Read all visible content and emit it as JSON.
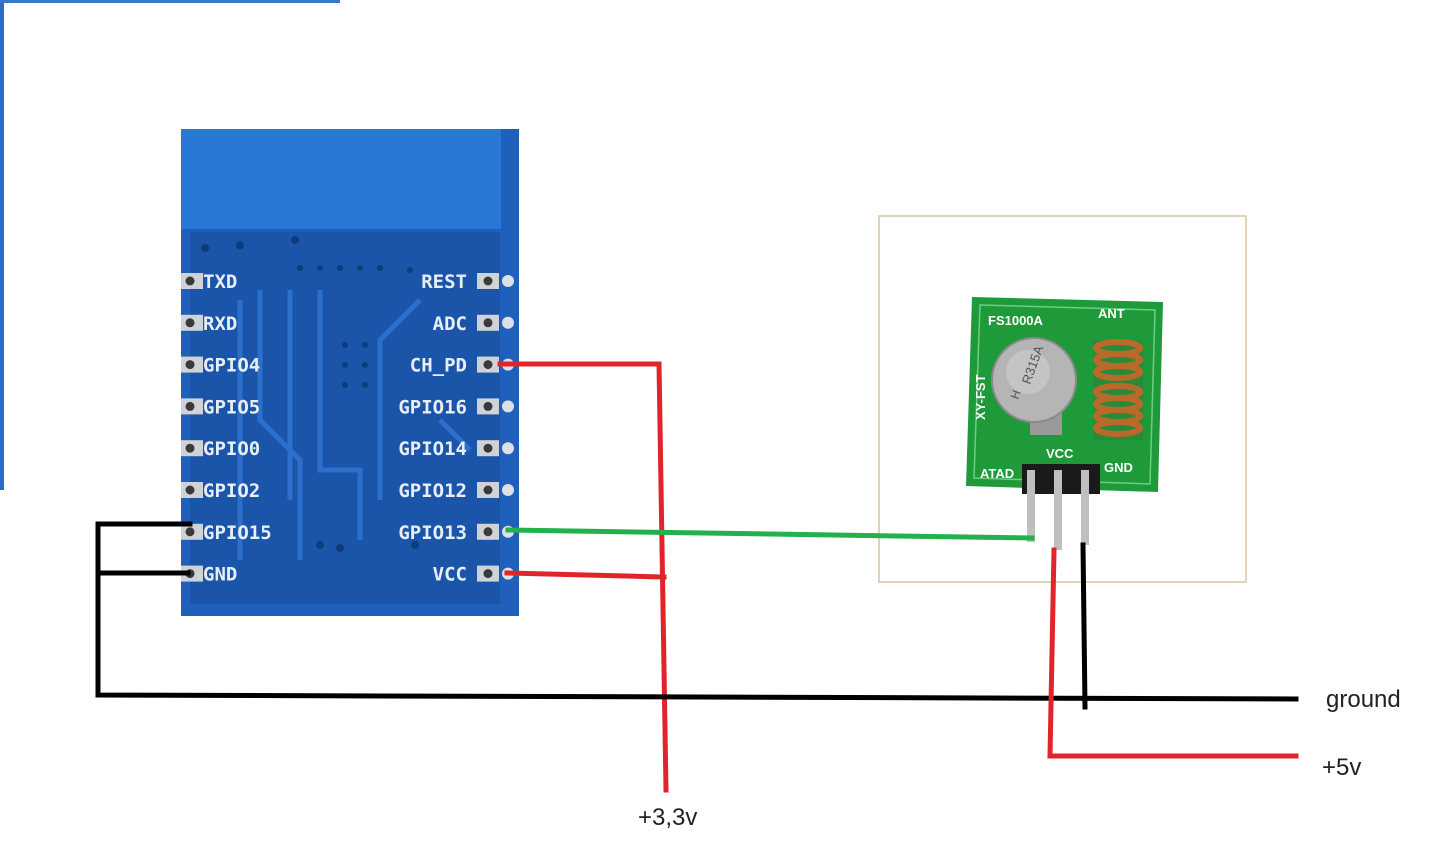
{
  "esp_module": {
    "left_pins": [
      "TXD",
      "RXD",
      "GPIO4",
      "GPIO5",
      "GPIO0",
      "GPIO2",
      "GPIO15",
      "GND"
    ],
    "right_pins": [
      "REST",
      "ADC",
      "CH_PD",
      "GPIO16",
      "GPIO14",
      "GPIO12",
      "GPIO13",
      "VCC"
    ]
  },
  "rf_module": {
    "model": "FS1000A",
    "silkscreen": "XY-FST",
    "antenna_label": "ANT",
    "crystal_marking": "R315A",
    "crystal_letter": "H",
    "pins": [
      "ATAD",
      "VCC",
      "GND"
    ]
  },
  "labels": {
    "ground": "ground",
    "plus5v": "+5v",
    "plus33v": "+3,3v"
  },
  "colors": {
    "board": "#1d5bb5",
    "board_dark": "#164a99",
    "rf_board": "#1e9a3a",
    "wire_red": "#e0242a",
    "wire_black": "#000000",
    "wire_green": "#22b14c"
  }
}
